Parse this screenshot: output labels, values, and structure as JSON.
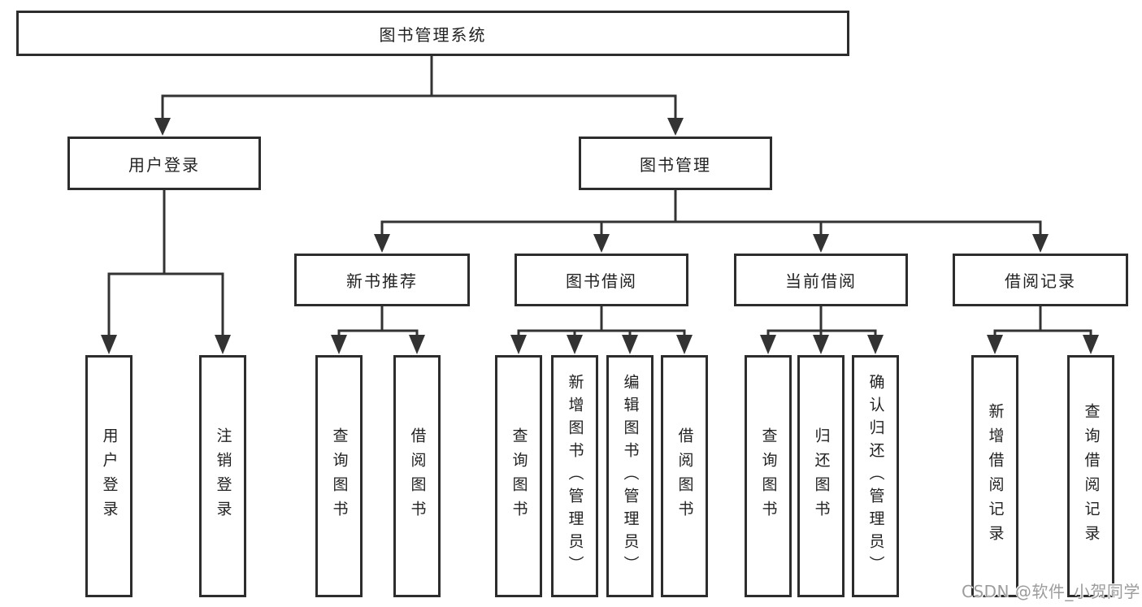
{
  "diagram": {
    "title": "图书管理系统",
    "level2": [
      {
        "id": "user-login",
        "label": "用户登录"
      },
      {
        "id": "book-management",
        "label": "图书管理"
      }
    ],
    "level3": [
      {
        "id": "new-book-recommend",
        "label": "新书推荐",
        "parent": "图书管理"
      },
      {
        "id": "book-borrowing",
        "label": "图书借阅",
        "parent": "图书管理"
      },
      {
        "id": "current-borrowing",
        "label": "当前借阅",
        "parent": "图书管理"
      },
      {
        "id": "borrowing-records",
        "label": "借阅记录",
        "parent": "图书管理"
      }
    ],
    "leaves": [
      {
        "label": "用户登录",
        "parent": "用户登录"
      },
      {
        "label": "注销登录",
        "parent": "用户登录"
      },
      {
        "label": "查询图书",
        "parent": "新书推荐"
      },
      {
        "label": "借阅图书",
        "parent": "新书推荐"
      },
      {
        "label": "查询图书",
        "parent": "图书借阅"
      },
      {
        "label": "新增图书（管理员）",
        "parent": "图书借阅"
      },
      {
        "label": "编辑图书（管理员）",
        "parent": "图书借阅"
      },
      {
        "label": "借阅图书",
        "parent": "图书借阅"
      },
      {
        "label": "查询图书",
        "parent": "当前借阅"
      },
      {
        "label": "归还图书",
        "parent": "当前借阅"
      },
      {
        "label": "确认归还（管理员）",
        "parent": "当前借阅"
      },
      {
        "label": "新增借阅记录",
        "parent": "借阅记录"
      },
      {
        "label": "查询借阅记录",
        "parent": "借阅记录"
      }
    ],
    "watermark": "CSDN @软件_小贺同学"
  },
  "colors": {
    "line": "#333333",
    "box_border": "#2d2d2d",
    "text": "#222222",
    "watermark": "#9c9c9c",
    "background": "#ffffff"
  }
}
